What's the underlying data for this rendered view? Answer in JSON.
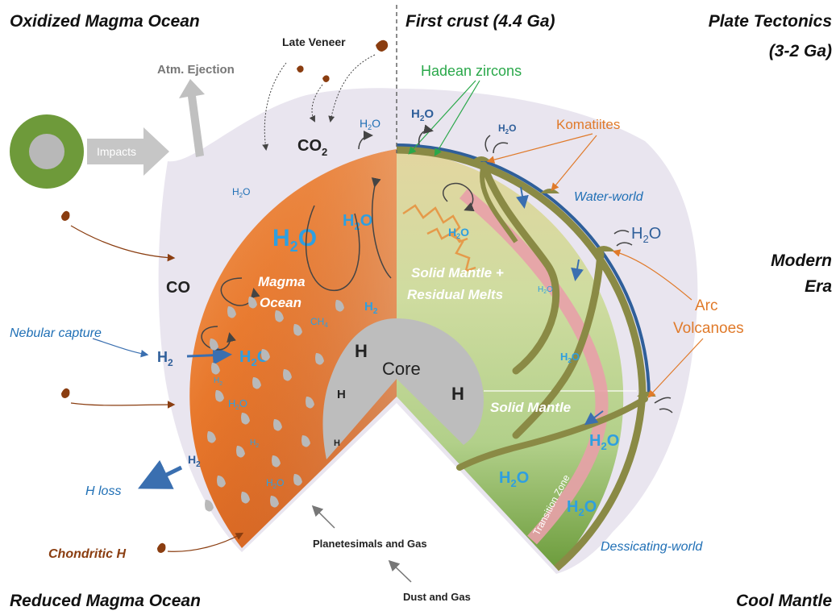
{
  "corners": {
    "top_left": "Oxidized Magma Ocean",
    "top_center": "First crust (4.4 Ga)",
    "top_right_1": "Plate Tectonics",
    "top_right_2": "(3-2 Ga)",
    "mid_right_1": "Modern",
    "mid_right_2": "Era",
    "bottom_left": "Reduced Magma Ocean",
    "bottom_right": "Cool Mantle"
  },
  "left": {
    "late_veneer": "Late Veneer",
    "atm_ejection": "Atm. Ejection",
    "impacts": "Impacts",
    "co2": "CO",
    "co2_sub": "2",
    "co": "CO",
    "nebular_capture": "Nebular capture",
    "h_loss": "H loss",
    "chondritic_h": "Chondritic H",
    "magma_ocean_1": "Magma",
    "magma_ocean_2": "Ocean",
    "ch4": "CH",
    "ch4_sub": "4"
  },
  "core": {
    "label": "Core",
    "h": "H"
  },
  "right": {
    "hadean_zircons": "Hadean zircons",
    "komatiites": "Komatiites",
    "water_world": "Water-world",
    "arc_volcanoes_1": "Arc",
    "arc_volcanoes_2": "Volcanoes",
    "solid_mantle_residual_1": "Solid Mantle +",
    "solid_mantle_residual_2": "Residual Melts",
    "solid_mantle": "Solid Mantle",
    "transition_zone": "Transition Zone",
    "dessicating_world": "Dessicating-world"
  },
  "bottom": {
    "planetesimals": "Planetesimals and Gas",
    "dust": "Dust and Gas"
  },
  "chem": {
    "h2o_h": "H",
    "h2o_2": "2",
    "h2o_o": "O",
    "h2_h": "H",
    "h2_2": "2"
  }
}
